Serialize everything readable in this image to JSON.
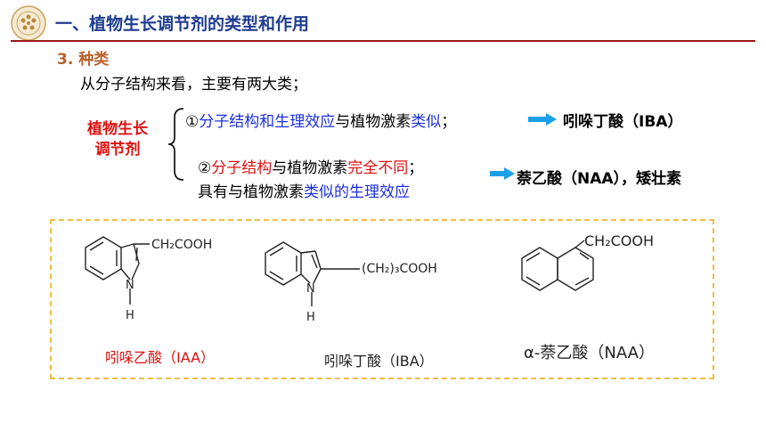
{
  "header": {
    "title": "一、植物生长调节剂的类型和作用"
  },
  "section": {
    "title": "3. 种类"
  },
  "intro": "从分子结构来看，主要有两大类；",
  "category": {
    "line1": "植物生长",
    "line2": "调节剂"
  },
  "type1": {
    "num": "①",
    "part1": "分子结构和生理效应",
    "part2": "与植物激素",
    "part3": "类似",
    "part4": "；",
    "result": "吲哚丁酸（IBA）"
  },
  "type2": {
    "num": "②",
    "part1": "分子结构",
    "part2": "与植物激素",
    "part3": "完全不同",
    "part4": "；",
    "line2_part1": "具有与植物激素",
    "line2_part2": "类似的生理效应",
    "result": "萘乙酸（NAA），矮壮素"
  },
  "molecules": {
    "iaa": {
      "substituent": "CH₂COOH",
      "n": "N",
      "h": "H",
      "caption": "吲哚乙酸（IAA）"
    },
    "iba": {
      "substituent": "(CH₂)₃COOH",
      "n": "N",
      "h": "H",
      "caption": "吲哚丁酸（IBA）"
    },
    "naa": {
      "substituent": "CH₂COOH",
      "caption": "α-萘乙酸（NAA）"
    }
  },
  "colors": {
    "header": "#1f3d8f",
    "rule": "#9a1a1a",
    "emphasis_red": "#e01010",
    "emphasis_blue": "#1c2fe0",
    "arrow": "#1aa0e8",
    "panel_border": "#efbe46"
  },
  "icons": [
    "emblem-logo",
    "right-arrow-icon"
  ]
}
